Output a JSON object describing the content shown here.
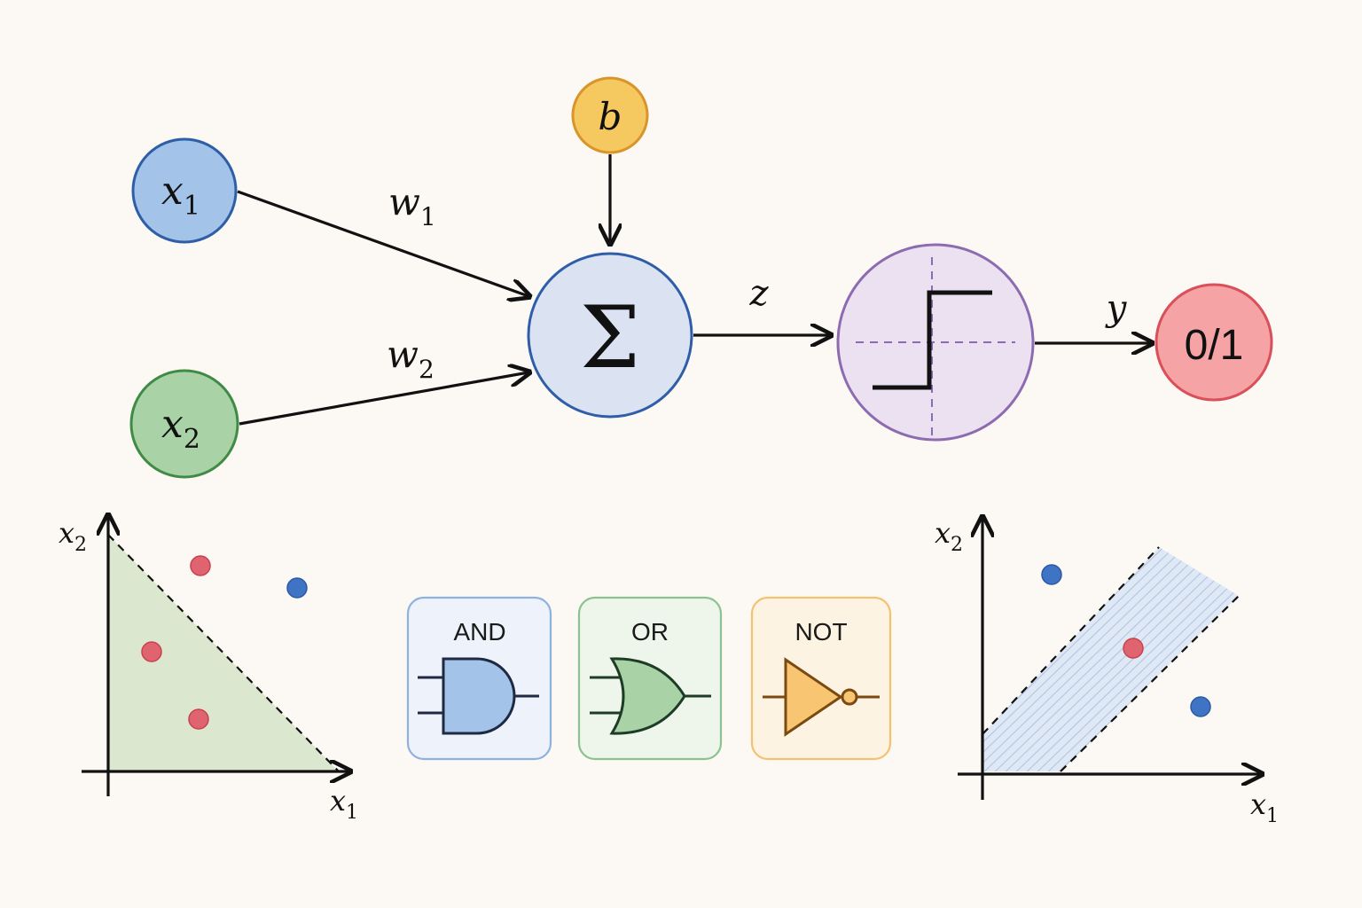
{
  "perceptron": {
    "inputs": [
      {
        "var": "x",
        "sub": "1",
        "fill": "#a4c3e8",
        "stroke": "#2f5ea8"
      },
      {
        "var": "x",
        "sub": "2",
        "fill": "#a9d3a6",
        "stroke": "#3f8a45"
      }
    ],
    "weights": [
      {
        "var": "w",
        "sub": "1"
      },
      {
        "var": "w",
        "sub": "2"
      }
    ],
    "bias": {
      "label": "b",
      "fill": "#f6c860",
      "stroke": "#d9952a"
    },
    "sum": {
      "symbol": "Σ",
      "fill": "#dbe3f2",
      "stroke": "#2f5ea8"
    },
    "z_label": "z",
    "activation": {
      "fill": "#ebe1f1",
      "stroke": "#8d6bb0"
    },
    "y_label": "y",
    "output": {
      "label": "0/1",
      "fill": "#f5a3a5",
      "stroke": "#d9505a"
    }
  },
  "plot_left": {
    "x_var": "x",
    "x_sub": "1",
    "y_var": "x",
    "y_sub": "2",
    "region_fill": "#dbe8cf"
  },
  "gates": [
    {
      "title": "AND",
      "border": "#8fb1de",
      "bg": "#eef3fb",
      "fill": "#a4c3e8",
      "stroke": "#1e2a44"
    },
    {
      "title": "OR",
      "border": "#8cc28d",
      "bg": "#eef6ec",
      "fill": "#a9d3a6",
      "stroke": "#1e3b25"
    },
    {
      "title": "NOT",
      "border": "#f3c271",
      "bg": "#fdf3e3",
      "fill": "#f8c672",
      "stroke": "#7a4a10"
    }
  ],
  "plot_right": {
    "x_var": "x",
    "x_sub": "1",
    "y_var": "x",
    "y_sub": "2",
    "band_fill": "#dfe8f5"
  },
  "colors": {
    "red_point": "#e06470",
    "red_point_stroke": "#c9414f",
    "blue_point": "#3f73c4",
    "blue_point_stroke": "#2b5aa5",
    "line": "#111111",
    "dash_purple": "#8d6bb0"
  }
}
